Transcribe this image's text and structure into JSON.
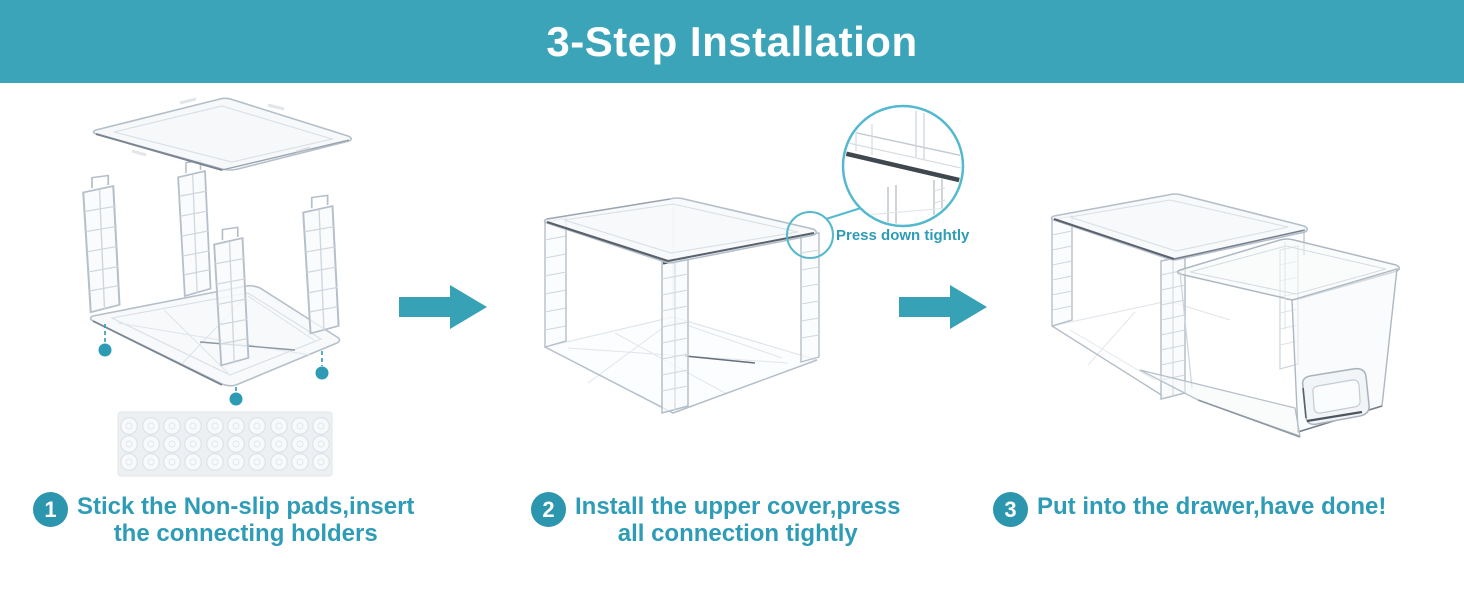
{
  "header": {
    "title": "3-Step Installation"
  },
  "steps": [
    {
      "number": "1",
      "caption_line1": "Stick the Non-slip pads,insert",
      "caption_line2": "the connecting holders"
    },
    {
      "number": "2",
      "caption_line1": "Install the upper cover,press",
      "caption_line2": "all connection tightly"
    },
    {
      "number": "3",
      "caption_line1": "Put into the drawer,have done!",
      "caption_line2": ""
    }
  ],
  "callout": {
    "label": "Press down tightly"
  },
  "colors": {
    "header_bg": "#3CA4B8",
    "caption_text": "#2F9CB7",
    "badge_bg": "#2B96AD",
    "arrow": "#37A1B6",
    "magnifier_ring": "#54B9CF",
    "marker_dot": "#2E9BB5"
  }
}
